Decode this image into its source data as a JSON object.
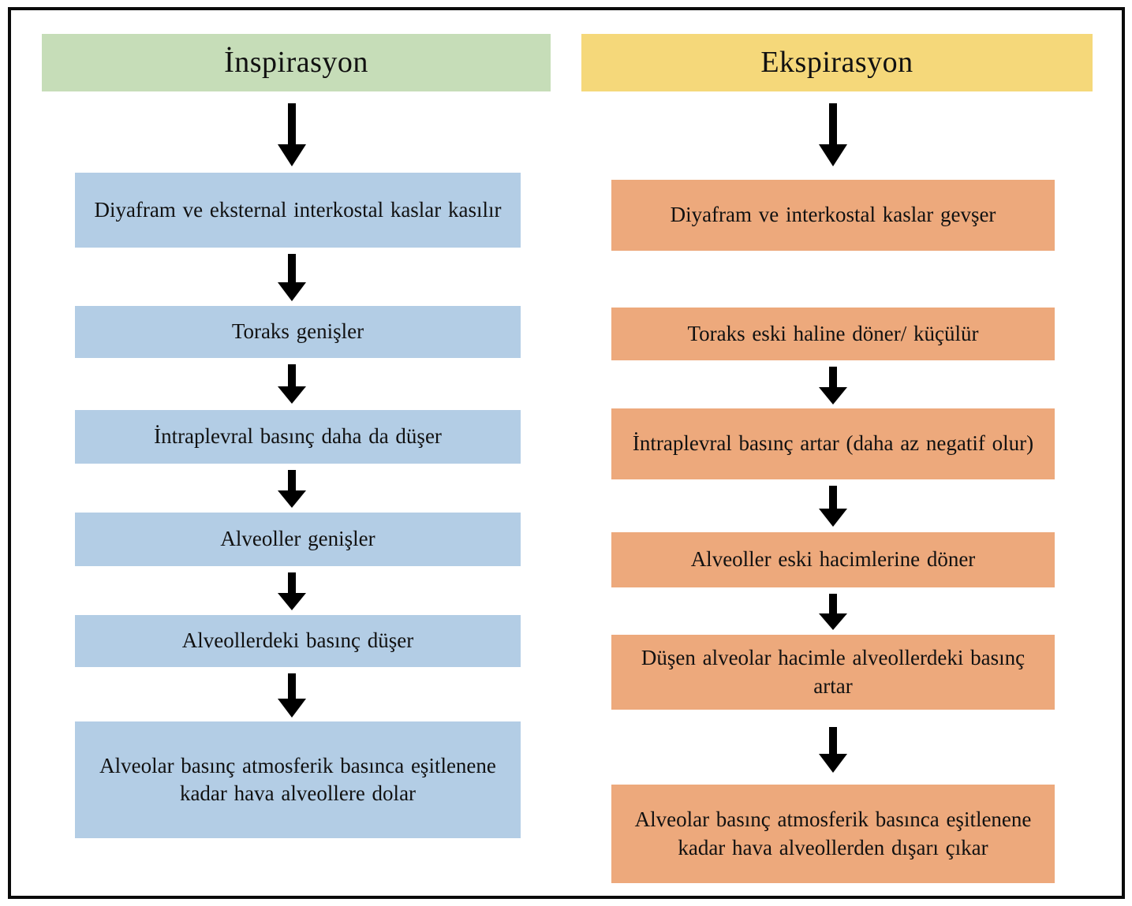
{
  "diagram": {
    "title_left": "İnspirasyon",
    "title_right": "Ekspirasyon",
    "colors": {
      "header_left_bg": "#c6ddb8",
      "header_right_bg": "#f5d87a",
      "box_left_bg": "#b3cde5",
      "box_right_bg": "#eda97c",
      "frame": "#0a0a0a",
      "text": "#111111",
      "background": "#ffffff"
    }
  },
  "chart_data": {
    "type": "diagram",
    "title": "İnspirasyon ve Ekspirasyon Akış Şeması",
    "columns": [
      {
        "header": "İnspirasyon",
        "header_color": "#c6ddb8",
        "node_color": "#b3cde5",
        "steps": [
          "Diyafram ve eksternal interkostal kaslar kasılır",
          "Toraks genişler",
          "İntraplevral basınç daha da düşer",
          "Alveoller genişler",
          "Alveollerdeki basınç düşer",
          "Alveolar basınç atmosferik basınca eşitlenene kadar hava alveollere dolar"
        ],
        "connectors": [
          "arrow",
          "arrow",
          "arrow",
          "arrow",
          "arrow",
          "arrow"
        ]
      },
      {
        "header": "Ekspirasyon",
        "header_color": "#f5d87a",
        "node_color": "#eda97c",
        "steps": [
          "Diyafram ve interkostal kaslar gevşer",
          "Toraks eski haline döner/ küçülür",
          "İntraplevral basınç artar (daha az negatif olur)",
          "Alveoller eski hacimlerine döner",
          "Düşen alveolar hacimle alveollerdeki basınç artar",
          "Alveolar basınç atmosferik basınca eşitlenene kadar hava alveollerden dışarı çıkar"
        ],
        "connectors": [
          "arrow",
          "none",
          "arrow",
          "arrow",
          "arrow",
          "arrow"
        ]
      }
    ]
  },
  "left": {
    "header": "İnspirasyon",
    "steps": [
      {
        "text": "Diyafram ve eksternal interkostal kaslar kasılır"
      },
      {
        "text": "Toraks genişler"
      },
      {
        "text": "İntraplevral basınç daha da düşer"
      },
      {
        "text": "Alveoller genişler"
      },
      {
        "text": "Alveollerdeki basınç düşer"
      },
      {
        "text": "Alveolar basınç atmosferik basınca eşitlenene kadar hava alveollere dolar"
      }
    ]
  },
  "right": {
    "header": "Ekspirasyon",
    "steps": [
      {
        "text": "Diyafram ve interkostal kaslar gevşer"
      },
      {
        "text": "Toraks eski haline döner/ küçülür"
      },
      {
        "text": "İntraplevral basınç artar (daha az negatif olur)"
      },
      {
        "text": "Alveoller eski hacimlerine döner"
      },
      {
        "text": "Düşen alveolar hacimle alveollerdeki basınç artar"
      },
      {
        "text": "Alveolar basınç atmosferik basınca eşitlenene kadar hava alveollerden dışarı çıkar"
      }
    ]
  }
}
